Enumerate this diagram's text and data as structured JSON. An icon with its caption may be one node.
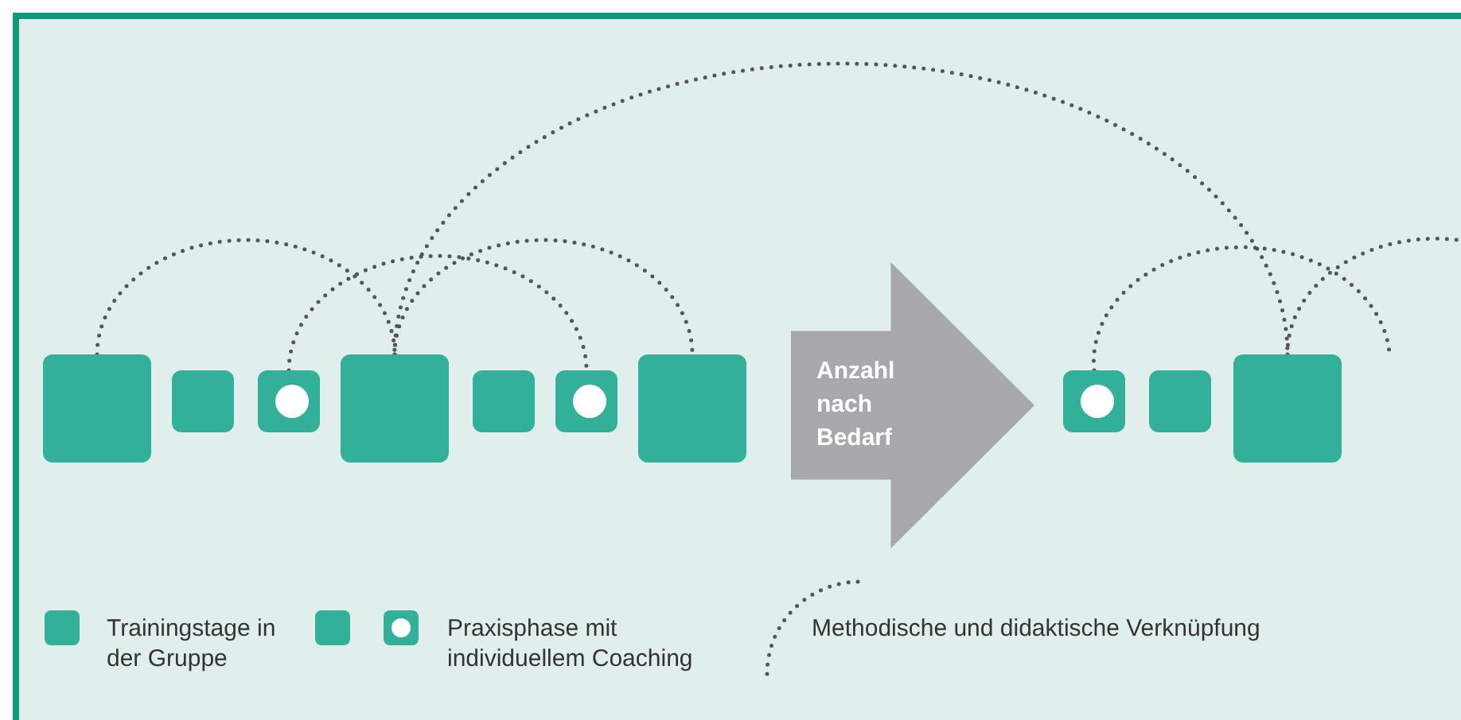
{
  "diagram": {
    "nodes": [
      {
        "text": [],
        "shape": "box"
      },
      {
        "text": [],
        "shape": "box"
      },
      {
        "text": [],
        "shape": "box"
      },
      {
        "text": [],
        "shape": "circle",
        "in": 2
      },
      {
        "text": [],
        "shape": "box"
      },
      {
        "text": [],
        "shape": "box"
      },
      {
        "text": [],
        "shape": "box"
      },
      {
        "text": [],
        "shape": "circle",
        "in": 6
      },
      {
        "text": [],
        "shape": "box"
      },
      {
        "text": [
          "Anzahl nach Bedarf"
        ]
      },
      {
        "text": [],
        "shape": "box"
      },
      {
        "text": [],
        "shape": "circle",
        "in": 10
      },
      {
        "text": [],
        "shape": "box"
      },
      {
        "text": [],
        "shape": "box"
      }
    ],
    "edges": [
      {
        "from": 0,
        "to": 4,
        "arrow": "none"
      },
      {
        "from": 2,
        "to": 6,
        "arrow": "none"
      },
      {
        "from": 4,
        "to": 8,
        "arrow": "none"
      },
      {
        "from": 4,
        "to": 13,
        "arrow": "none"
      },
      {
        "from": 10,
        "to": null,
        "arrow": "none"
      },
      {
        "from": 13,
        "to": null,
        "arrow": "none"
      }
    ],
    "legend": [
      {
        "text": "Trainingstage in der Gruppe",
        "color": "#33b09a"
      },
      {
        "text": "Praxisphase mit individuellem Coaching"
      },
      {
        "text": "Methodische und didaktische Verknüpfung"
      }
    ]
  }
}
